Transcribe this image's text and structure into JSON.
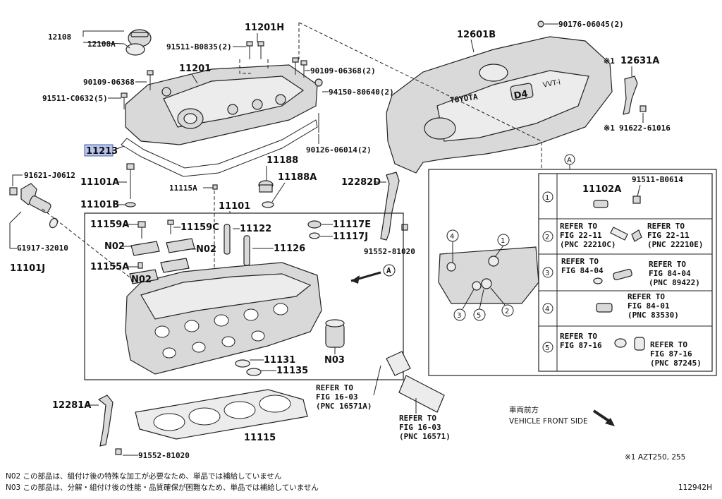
{
  "labels": {
    "p12108": "12108",
    "p12108A": "12108A",
    "p11201H": "11201H",
    "p91511_B0835": "91511-B0835(2)",
    "p11201": "11201",
    "p90109_06368": "90109-06368",
    "p90109_06368_2": "90109-06368(2)",
    "p91511_C0632": "91511-C0632(5)",
    "p94150_80640": "94150-80640(2)",
    "p11213": "11213",
    "p90126_06014": "90126-06014(2)",
    "p12601B": "12601B",
    "p90176_06045": "90176-06045(2)",
    "p12631A": "12631A",
    "p91622_61016": "91622-61016",
    "mark1a": "※1",
    "mark1b": "※1",
    "p91621_J0612": "91621-J0612",
    "p11101A": "11101A",
    "p11115A": "11115A",
    "p11188": "11188",
    "p11188A": "11188A",
    "p12282D": "12282D",
    "p11101B": "11101B",
    "p11101": "11101",
    "p11159A": "11159A",
    "p11159C": "11159C",
    "p11122": "11122",
    "p11117E": "11117E",
    "p11117J": "11117J",
    "pG1917": "G1917-32010",
    "pN02a": "N02",
    "pN02b": "N02",
    "pN02c": "N02",
    "p11126": "11126",
    "p91552_81020a": "91552-81020",
    "p11101J": "11101J",
    "p11155A": "11155A",
    "pN03": "N03",
    "p11131": "11131",
    "p11135": "11135",
    "p12281A": "12281A",
    "p11115": "11115",
    "p91552_81020b": "91552-81020",
    "arrowA": "A",
    "engineLogo": "TOYOTA",
    "engineBadge": "D4",
    "engineVVT": "VVT-i"
  },
  "references": {
    "fig1603a": [
      "REFER TO",
      "FIG 16-03",
      "(PNC 16571A)"
    ],
    "fig1603b": [
      "REFER TO",
      "FIG 16-03",
      "(PNC 16571)"
    ]
  },
  "inset": {
    "title": "A",
    "rows": [
      {
        "num": "1",
        "part": "11102A",
        "fastener": "91511-B0614"
      },
      {
        "num": "2",
        "left": [
          "REFER TO",
          "FIG 22-11",
          "(PNC 22210C)"
        ],
        "right": [
          "REFER TO",
          "FIG 22-11",
          "(PNC 22210E)"
        ]
      },
      {
        "num": "3",
        "left": [
          "REFER TO",
          "FIG 84-04"
        ],
        "right": [
          "REFER TO",
          "FIG 84-04",
          "(PNC 89422)"
        ]
      },
      {
        "num": "4",
        "right": [
          "REFER TO",
          "FIG 84-01",
          "(PNC 83530)"
        ]
      },
      {
        "num": "5",
        "left": [
          "REFER TO",
          "FIG 87-16"
        ],
        "right": [
          "REFER TO",
          "FIG 87-16",
          "(PNC 87245)"
        ]
      }
    ],
    "callouts": [
      "4",
      "1",
      "3",
      "5",
      "2"
    ]
  },
  "front": {
    "jp": "車両前方",
    "en": "VEHICLE FRONT SIDE"
  },
  "footnote": "※1  AZT250, 255",
  "notes": [
    "N02  この部品は、組付け後の特殊な加工が必要なため、単品では補給していません",
    "N03  この部品は、分解・組付け後の性能・品質確保が困難なため、単品では補給していません"
  ],
  "figureId": "112942H",
  "colors": {
    "highlight": "#b8c4ea",
    "ink": "#222222",
    "partFill": "#d9d9d9"
  }
}
